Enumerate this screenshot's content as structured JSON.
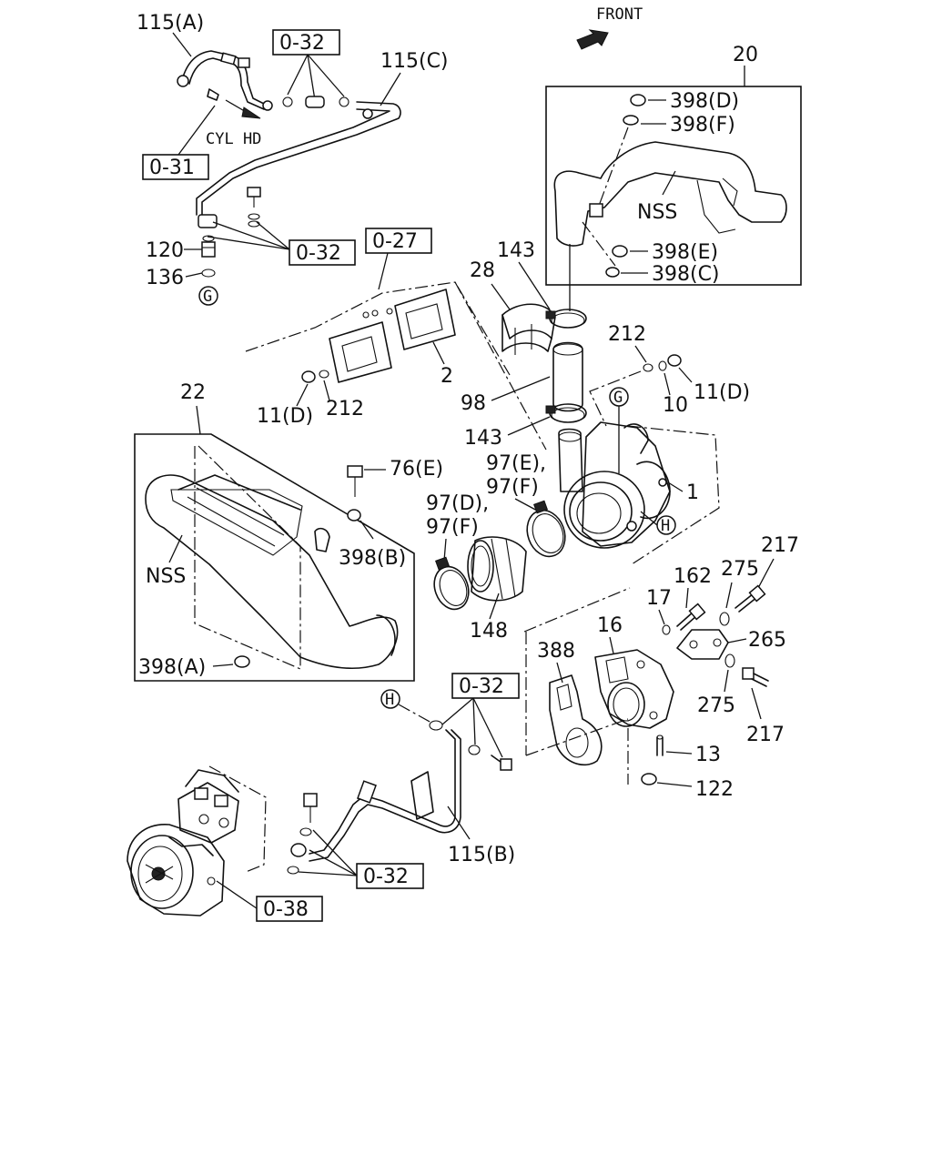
{
  "labels": {
    "front": "FRONT",
    "cyl_hd": "CYL HD",
    "p115a": "115(A)",
    "p115b": "115(B)",
    "p115c": "115(C)",
    "p120": "120",
    "p136": "136",
    "p20": "20",
    "p398d": "398(D)",
    "p398f": "398(F)",
    "p398e": "398(E)",
    "p398c": "398(C)",
    "p398b": "398(B)",
    "p398a": "398(A)",
    "nss1": "NSS",
    "nss2": "NSS",
    "p143a": "143",
    "p143b": "143",
    "p28": "28",
    "p2": "2",
    "p212a": "212",
    "p212b": "212",
    "p11d_a": "11(D)",
    "p11d_b": "11(D)",
    "p10": "10",
    "p98": "98",
    "p22": "22",
    "p76e": "76(E)",
    "p97e": "97(E),",
    "p97f_a": "97(F)",
    "p97d": "97(D),",
    "p97f_b": "97(F)",
    "p1": "1",
    "p148": "148",
    "p217a": "217",
    "p217b": "217",
    "p275a": "275",
    "p275b": "275",
    "p162": "162",
    "p17": "17",
    "p16": "16",
    "p265": "265",
    "p388": "388",
    "p13": "13",
    "p122": "122"
  },
  "ref_boxes": {
    "r032_top": "0-32",
    "r031": "0-31",
    "r032_mid": "0-32",
    "r027": "0-27",
    "r032_lower": "0-32",
    "r032_bottom": "0-32",
    "r038": "0-38"
  },
  "circled_refs": {
    "g1": "G",
    "g2": "G",
    "h1": "H",
    "h2": "H"
  }
}
